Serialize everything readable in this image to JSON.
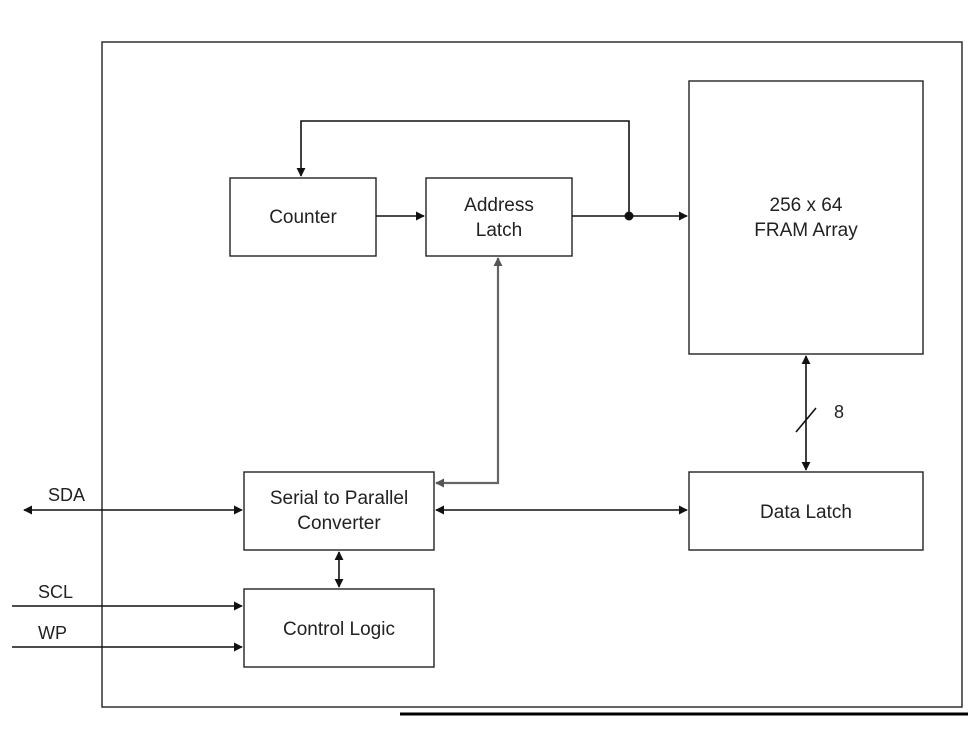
{
  "blocks": {
    "counter": "Counter",
    "address_latch": [
      "Address",
      "Latch"
    ],
    "fram_array": [
      "256 x 64",
      "FRAM Array"
    ],
    "serial_converter": [
      "Serial to Parallel",
      "Converter"
    ],
    "data_latch": "Data Latch",
    "control_logic": "Control Logic"
  },
  "pins": {
    "sda": "SDA",
    "scl": "SCL",
    "wp": "WP"
  },
  "bus_width": "8"
}
